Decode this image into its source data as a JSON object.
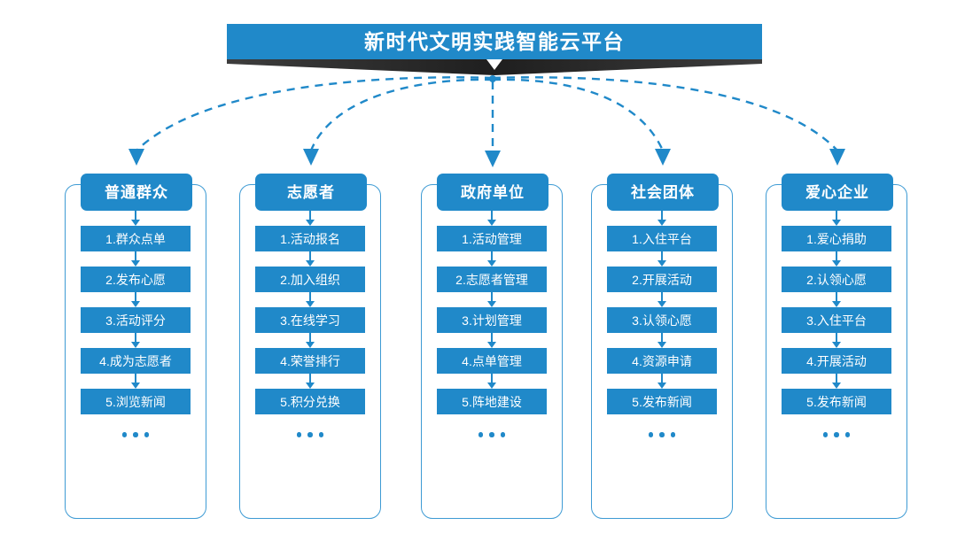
{
  "title": {
    "text": "新时代文明实践智能云平台"
  },
  "colors": {
    "primary_blue": "#2089c9",
    "frame_border": "#3e9bd4",
    "shadow_dark": "#2b2b2b",
    "background": "#ffffff",
    "text_on_blue": "#ffffff"
  },
  "connector": {
    "style": "dashed",
    "color": "#2089c9",
    "arrowhead": "down-triangle",
    "origin_label": "platform-hub"
  },
  "columns": [
    {
      "id": "public",
      "header": "普通群众",
      "items": [
        "1.群众点单",
        "2.发布心愿",
        "3.活动评分",
        "4.成为志愿者",
        "5.浏览新闻"
      ],
      "more": "•••"
    },
    {
      "id": "volunteer",
      "header": "志愿者",
      "items": [
        "1.活动报名",
        "2.加入组织",
        "3.在线学习",
        "4.荣誉排行",
        "5.积分兑换"
      ],
      "more": "•••"
    },
    {
      "id": "government",
      "header": "政府单位",
      "items": [
        "1.活动管理",
        "2.志愿者管理",
        "3.计划管理",
        "4.点单管理",
        "5.阵地建设"
      ],
      "more": "•••"
    },
    {
      "id": "social-group",
      "header": "社会团体",
      "items": [
        "1.入住平台",
        "2.开展活动",
        "3.认领心愿",
        "4.资源申请",
        "5.发布新闻"
      ],
      "more": "•••"
    },
    {
      "id": "enterprise",
      "header": "爱心企业",
      "items": [
        "1.爱心捐助",
        "2.认领心愿",
        "3.入住平台",
        "4.开展活动",
        "5.发布新闻"
      ],
      "more": "•••"
    }
  ]
}
